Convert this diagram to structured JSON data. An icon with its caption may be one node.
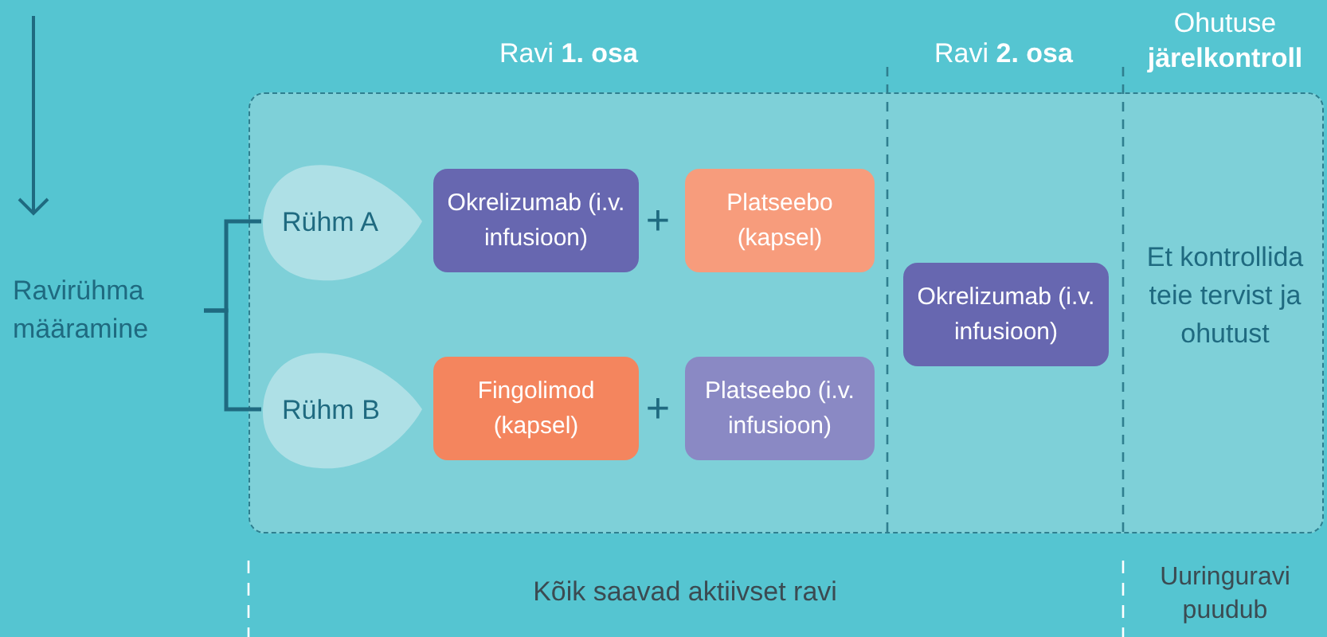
{
  "diagram": {
    "nodes": [
      {
        "text": [],
        "shape": "box"
      },
      {
        "text": [
          "Ravirühma määramine"
        ]
      },
      {
        "text": [
          "Rühm A"
        ],
        "in": 0
      },
      {
        "text": [
          "Okrelizumab (i.v. infusioon)"
        ],
        "in": 0
      },
      {
        "text": [
          "Platseebo (kapsel)"
        ],
        "in": 0
      },
      {
        "text": [
          "Rühm B"
        ],
        "in": 0
      },
      {
        "text": [
          "Fingolimod (kapsel)"
        ],
        "in": 0
      },
      {
        "text": [
          "Platseebo (i.v. infusioon)"
        ],
        "in": 0
      },
      {
        "text": [
          "Okrelizumab (i.v. infusioon)"
        ],
        "in": 0
      }
    ],
    "edges": [
      {
        "from": 1,
        "to": 2,
        "arrow": "none"
      },
      {
        "from": 1,
        "to": 5,
        "arrow": "none"
      }
    ],
    "labels": [
      "Ohutuse **järelkontroll**",
      "Ravi **1. osa**",
      "Ravi **2. osa**",
      "+",
      "+",
      "Et kontrollida teie tervist ja ohutust",
      "Kõik saavad aktiivset ravi",
      "Uuringuravi puudub"
    ]
  }
}
